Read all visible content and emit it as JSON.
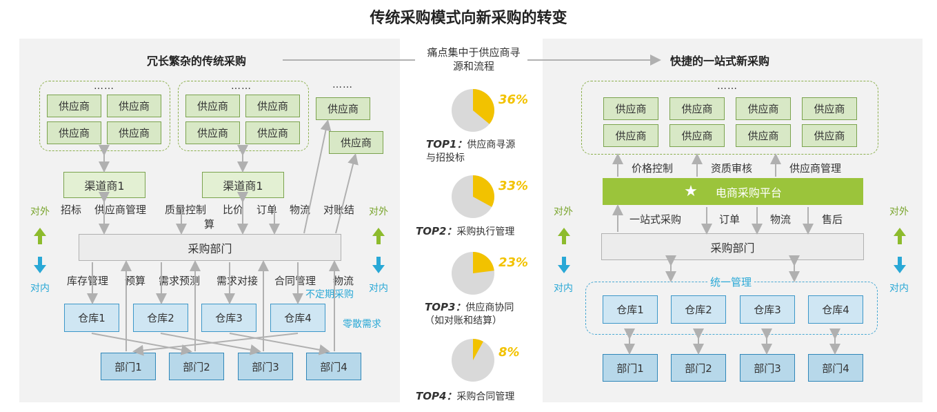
{
  "title": "传统采购模式向新采购的转变",
  "left": {
    "heading": "冗长繁杂的传统采购",
    "ellipsis": "……",
    "supplier": "供应商",
    "channel": "渠道商1",
    "process_labels": [
      "招标",
      "供应商管理",
      "质量控制",
      "比价",
      "算",
      "订单",
      "物流",
      "对账结"
    ],
    "procurement": "采购部门",
    "lower_labels": [
      "库存管理",
      "预算",
      "需求预测",
      "需求对接",
      "合同管理",
      "物流"
    ],
    "irregular": "不定期采购",
    "scattered": "零散需求",
    "warehouses": [
      "仓库1",
      "仓库2",
      "仓库3",
      "仓库4"
    ],
    "depts": [
      "部门1",
      "部门2",
      "部门3",
      "部门4"
    ],
    "external": "对外",
    "internal": "对内"
  },
  "middle": {
    "heading": "痛点集中于供应商寻源和流程",
    "items": [
      {
        "pct": "36%",
        "value": 36,
        "top": "TOP1：",
        "text": "供应商寻源与招投标"
      },
      {
        "pct": "33%",
        "value": 33,
        "top": "TOP2：",
        "text": "采购执行管理"
      },
      {
        "pct": "23%",
        "value": 23,
        "top": "TOP3：",
        "text": "供应商协同（如对账和结算）"
      },
      {
        "pct": "8%",
        "value": 8,
        "top": "TOP4：",
        "text": "采购合同管理"
      }
    ]
  },
  "right": {
    "heading": "快捷的一站式新采购",
    "ellipsis": "……",
    "supplier": "供应商",
    "up_labels": [
      "价格控制",
      "资质审核",
      "供应商管理"
    ],
    "platform": "电商采购平台",
    "down_labels": [
      "一站式采购",
      "订单",
      "物流",
      "售后"
    ],
    "procurement": "采购部门",
    "unified": "统一管理",
    "warehouses": [
      "仓库1",
      "仓库2",
      "仓库3",
      "仓库4"
    ],
    "depts": [
      "部门1",
      "部门2",
      "部门3",
      "部门4"
    ],
    "external": "对外",
    "internal": "对内"
  },
  "colors": {
    "green": "#9bc43b",
    "blue": "#29a8d6",
    "yellow": "#f2c200",
    "gray": "#b0b0b0"
  }
}
